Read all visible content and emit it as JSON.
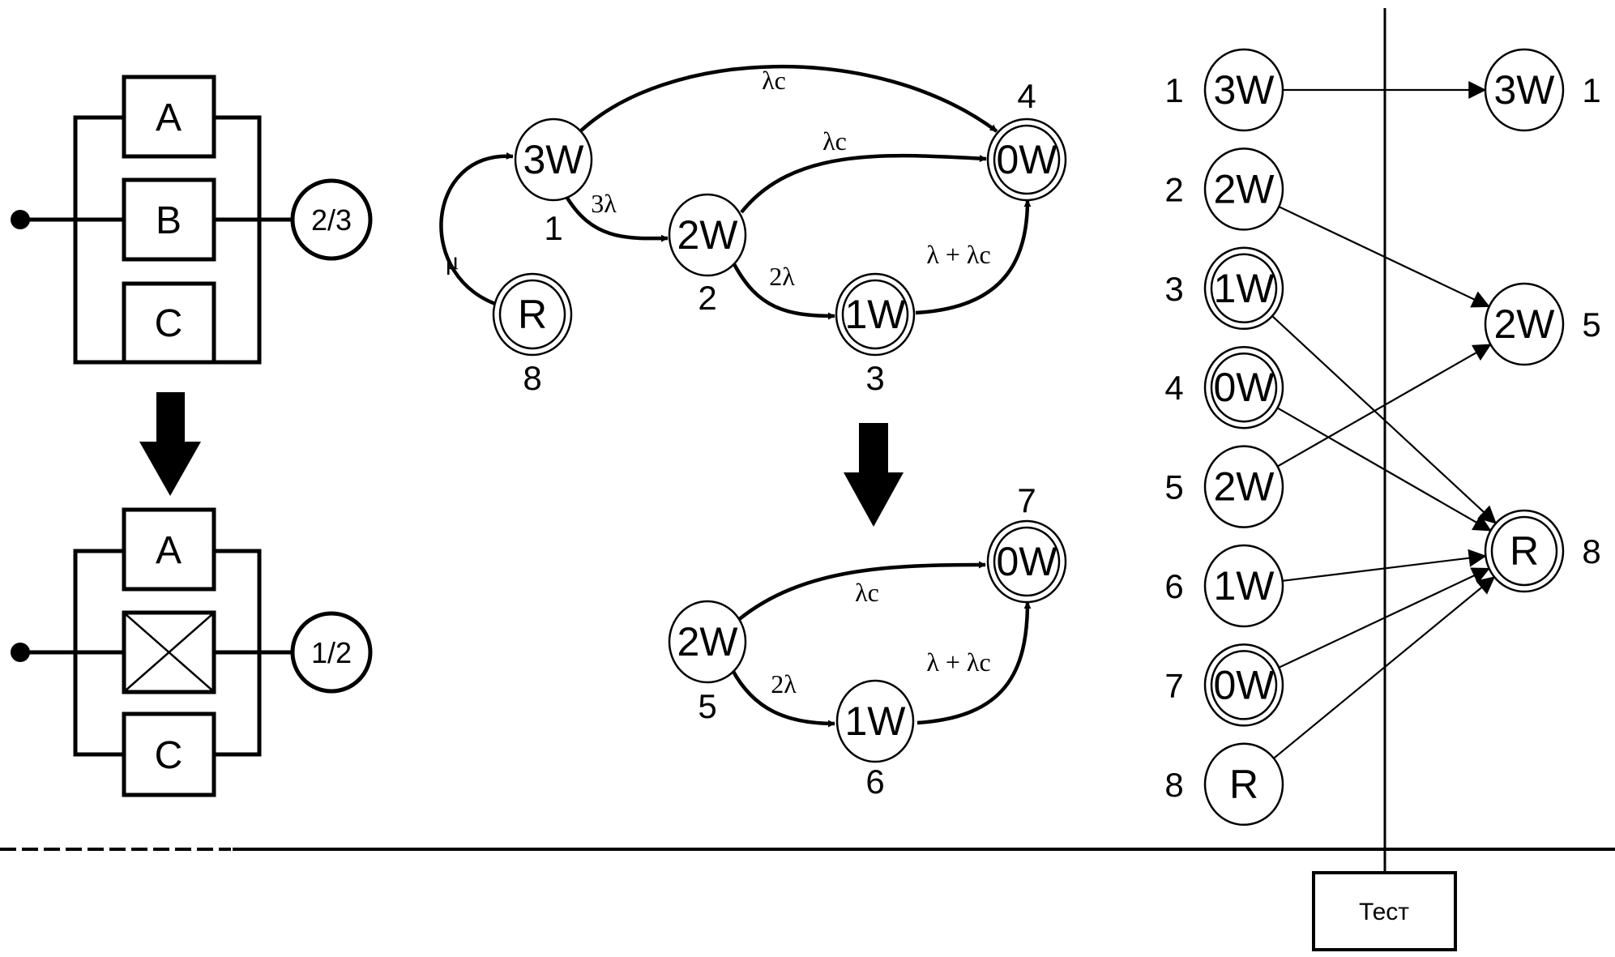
{
  "block_diagram_top": {
    "blocks": [
      "A",
      "B",
      "C"
    ],
    "voter": "2/3"
  },
  "block_diagram_bottom": {
    "blocks": [
      "A",
      "",
      "C"
    ],
    "failed_block": "B",
    "voter": "1/2"
  },
  "markov_top": {
    "nodes": [
      {
        "id": "1",
        "label": "3W",
        "number": "1",
        "absorbing": false
      },
      {
        "id": "2",
        "label": "2W",
        "number": "2",
        "absorbing": false
      },
      {
        "id": "3",
        "label": "1W",
        "number": "3",
        "absorbing": true
      },
      {
        "id": "4",
        "label": "0W",
        "number": "4",
        "absorbing": true
      },
      {
        "id": "8",
        "label": "R",
        "number": "8",
        "absorbing": true
      }
    ],
    "edges": [
      {
        "from": "1",
        "to": "4",
        "label": "λc"
      },
      {
        "from": "2",
        "to": "4",
        "label": "λc"
      },
      {
        "from": "1",
        "to": "2",
        "label": "3λ"
      },
      {
        "from": "2",
        "to": "3",
        "label": "2λ"
      },
      {
        "from": "3",
        "to": "4",
        "label": "λ + λc"
      },
      {
        "from": "8",
        "to": "1",
        "label": "μ"
      }
    ]
  },
  "markov_bottom": {
    "nodes": [
      {
        "id": "5",
        "label": "2W",
        "number": "5",
        "absorbing": false
      },
      {
        "id": "6",
        "label": "1W",
        "number": "6",
        "absorbing": false
      },
      {
        "id": "7",
        "label": "0W",
        "number": "7",
        "absorbing": true
      }
    ],
    "edges": [
      {
        "from": "5",
        "to": "7",
        "label": "λc"
      },
      {
        "from": "5",
        "to": "6",
        "label": "2λ"
      },
      {
        "from": "6",
        "to": "7",
        "label": "λ + λc"
      }
    ]
  },
  "mapping": {
    "left": [
      {
        "number": "1",
        "label": "3W",
        "absorbing": false
      },
      {
        "number": "2",
        "label": "2W",
        "absorbing": false
      },
      {
        "number": "3",
        "label": "1W",
        "absorbing": true
      },
      {
        "number": "4",
        "label": "0W",
        "absorbing": true
      },
      {
        "number": "5",
        "label": "2W",
        "absorbing": false
      },
      {
        "number": "6",
        "label": "1W",
        "absorbing": false
      },
      {
        "number": "7",
        "label": "0W",
        "absorbing": true
      },
      {
        "number": "8",
        "label": "R",
        "absorbing": false
      }
    ],
    "right": [
      {
        "number": "1",
        "label": "3W",
        "absorbing": false
      },
      {
        "number": "5",
        "label": "2W",
        "absorbing": false
      },
      {
        "number": "8",
        "label": "R",
        "absorbing": true
      }
    ],
    "links": [
      {
        "from": "1",
        "to": "1"
      },
      {
        "from": "2",
        "to": "5"
      },
      {
        "from": "3",
        "to": "8"
      },
      {
        "from": "4",
        "to": "8"
      },
      {
        "from": "5",
        "to": "5"
      },
      {
        "from": "6",
        "to": "8"
      },
      {
        "from": "7",
        "to": "8"
      },
      {
        "from": "8",
        "to": "8"
      }
    ]
  },
  "test_box": {
    "label": "Тест"
  }
}
